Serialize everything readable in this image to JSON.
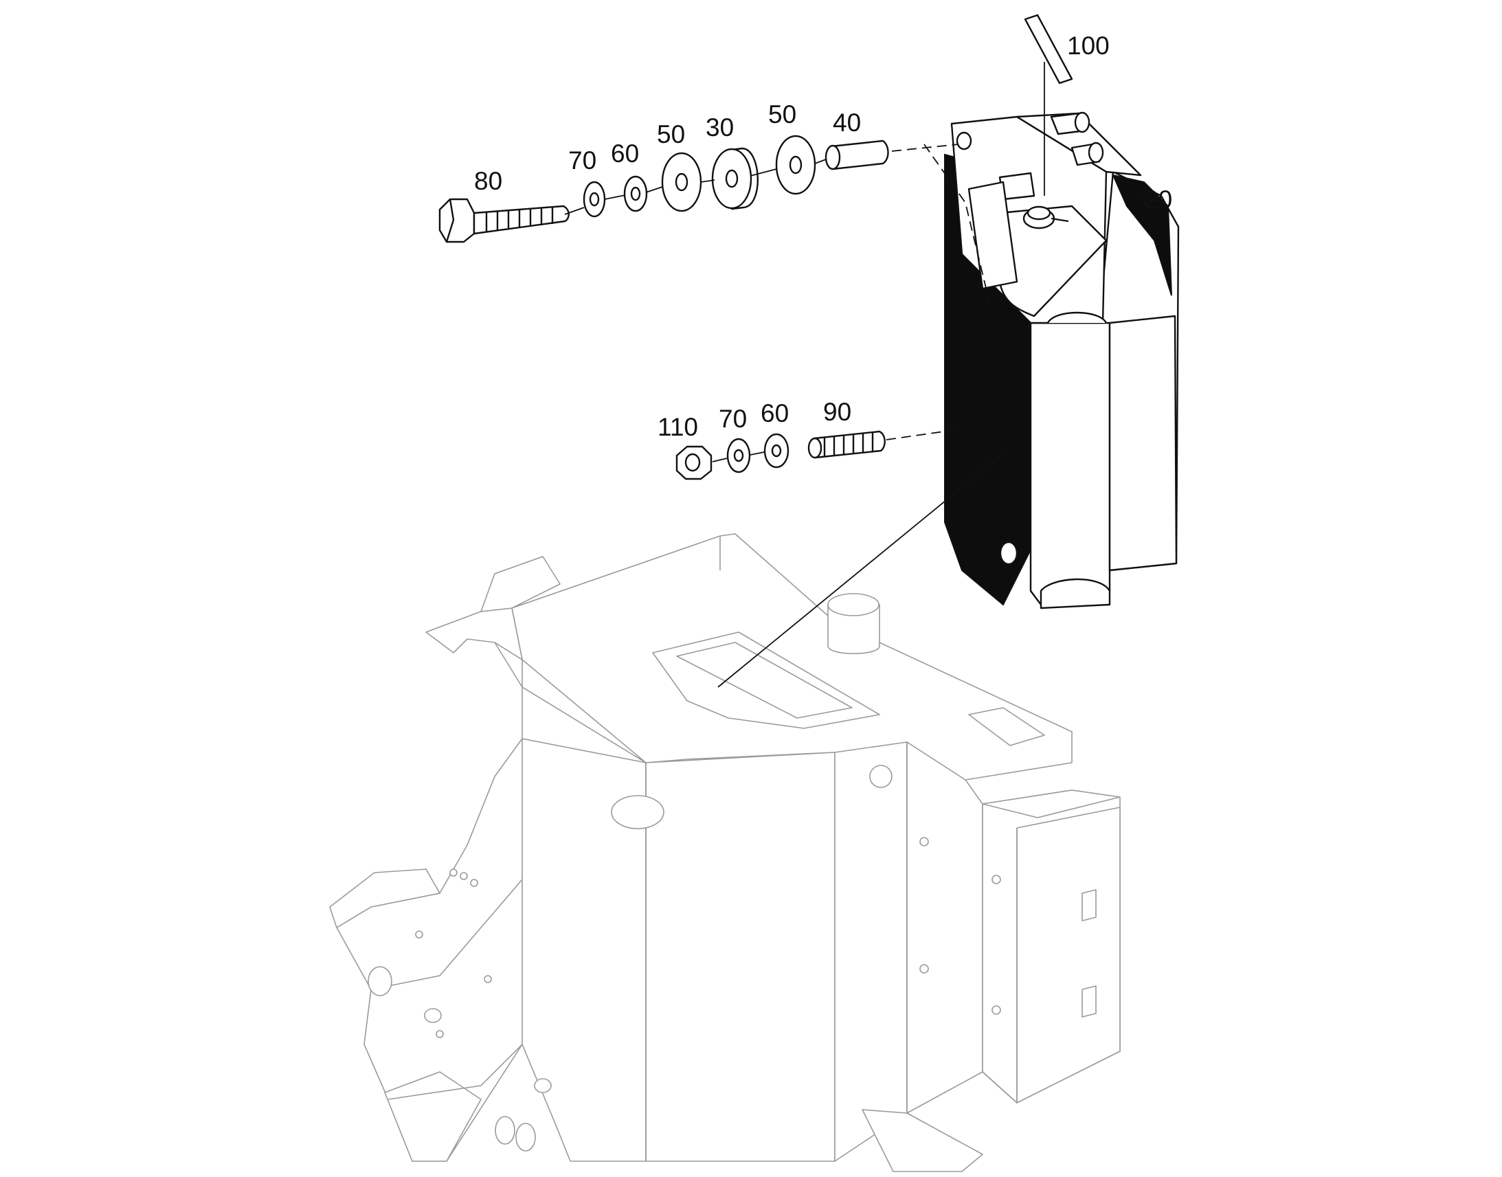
{
  "diagram": {
    "callouts": {
      "p100": "100",
      "p20": "20",
      "p80": "80",
      "p70_upper": "70",
      "p60_upper": "60",
      "p50_left": "50",
      "p30": "30",
      "p50_right": "50",
      "p40": "40",
      "p110": "110",
      "p70_lower": "70",
      "p60_lower": "60",
      "p90": "90"
    }
  }
}
